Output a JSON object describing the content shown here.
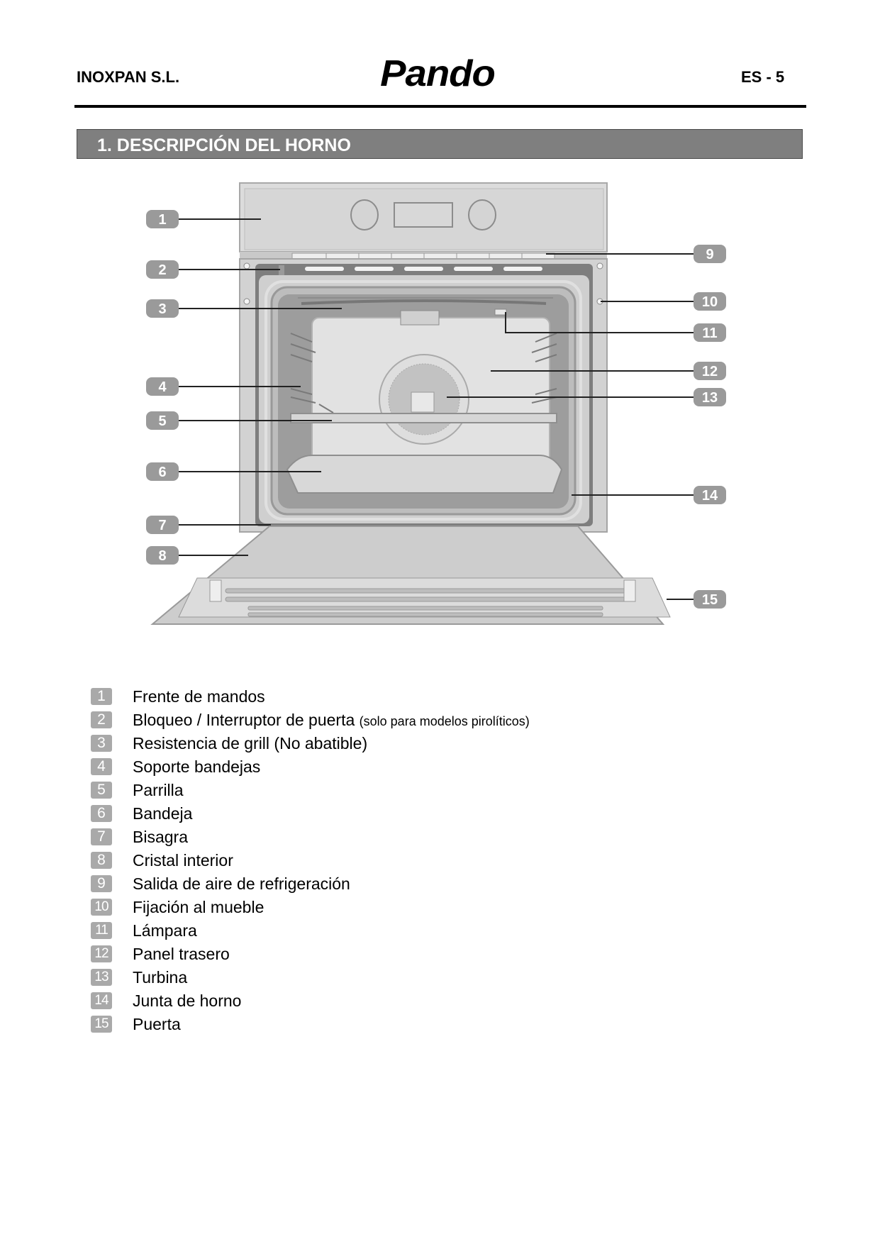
{
  "header": {
    "company": "INOXPAN S.L.",
    "brand": "Pando",
    "page": "ES - 5"
  },
  "section": {
    "title": "1. DESCRIPCIÓN DEL HORNO"
  },
  "diagram": {
    "callouts": [
      "1",
      "2",
      "3",
      "4",
      "5",
      "6",
      "7",
      "8",
      "9",
      "10",
      "11",
      "12",
      "13",
      "14",
      "15"
    ],
    "colors": {
      "badge": "#9a9a9a",
      "body": "#d9d9d9",
      "line": "#222222"
    }
  },
  "legend": {
    "items": [
      {
        "num": "1",
        "label": "Frente de mandos",
        "note": ""
      },
      {
        "num": "2",
        "label": "Bloqueo / Interruptor de puerta",
        "note": "(solo para modelos pirolíticos)"
      },
      {
        "num": "3",
        "label": "Resistencia de grill (No abatible)",
        "note": ""
      },
      {
        "num": "4",
        "label": "Soporte bandejas",
        "note": ""
      },
      {
        "num": "5",
        "label": "Parrilla",
        "note": ""
      },
      {
        "num": "6",
        "label": "Bandeja",
        "note": ""
      },
      {
        "num": "7",
        "label": "Bisagra",
        "note": ""
      },
      {
        "num": "8",
        "label": "Cristal interior",
        "note": ""
      },
      {
        "num": "9",
        "label": "Salida de aire de refrigeración",
        "note": ""
      },
      {
        "num": "10",
        "label": "Fijación al mueble",
        "note": ""
      },
      {
        "num": "11",
        "label": "Lámpara",
        "note": ""
      },
      {
        "num": "12",
        "label": "Panel trasero",
        "note": ""
      },
      {
        "num": "13",
        "label": "Turbina",
        "note": ""
      },
      {
        "num": "14",
        "label": "Junta de horno",
        "note": ""
      },
      {
        "num": "15",
        "label": "Puerta",
        "note": ""
      }
    ]
  }
}
